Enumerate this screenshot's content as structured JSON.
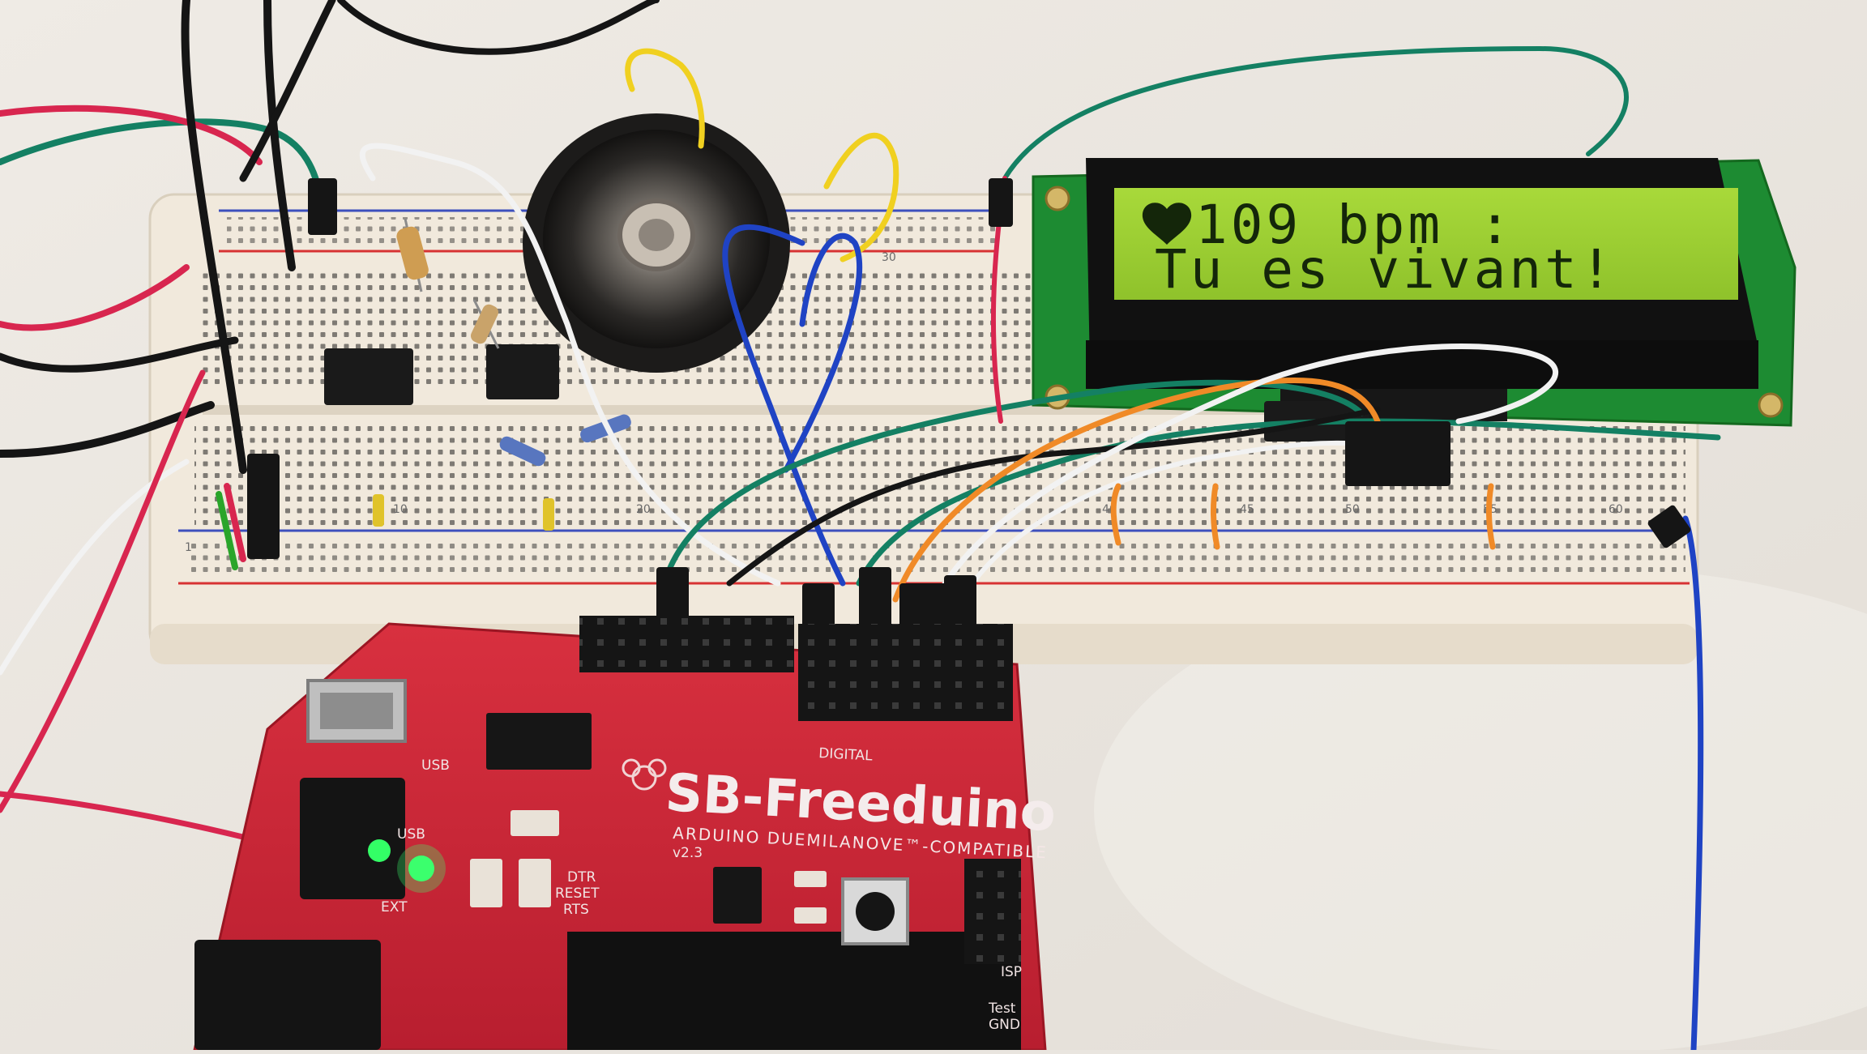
{
  "lcd": {
    "heart_symbol": "heart-icon",
    "line1_text": "109 bpm :",
    "line2_text": "Tu es vivant!",
    "backlight_color": "#9fd133",
    "text_color": "#14260a"
  },
  "board": {
    "name": "SB-Freeduino",
    "subtitle": "ARDUINO DUEMILANOVE™-COMPATIBLE",
    "version": "v2.3",
    "usb_label": "USB",
    "usb_label_2": "USB",
    "ext_label": "EXT",
    "digital_label": "DIGITAL",
    "dtr_label": "DTR",
    "reset_label": "RESET",
    "rts_label": "RTS",
    "isp_label": "ISP",
    "test_label": "Test",
    "gnd_label": "GND",
    "board_color": "#d1283a"
  },
  "breadboard": {
    "col_label_20": "20",
    "col_label_30": "30",
    "col_label_40": "40",
    "col_label_45": "45",
    "col_label_50": "50",
    "col_label_55": "55",
    "col_label_60": "60",
    "col_label_10": "10",
    "col_label_1": "1"
  }
}
